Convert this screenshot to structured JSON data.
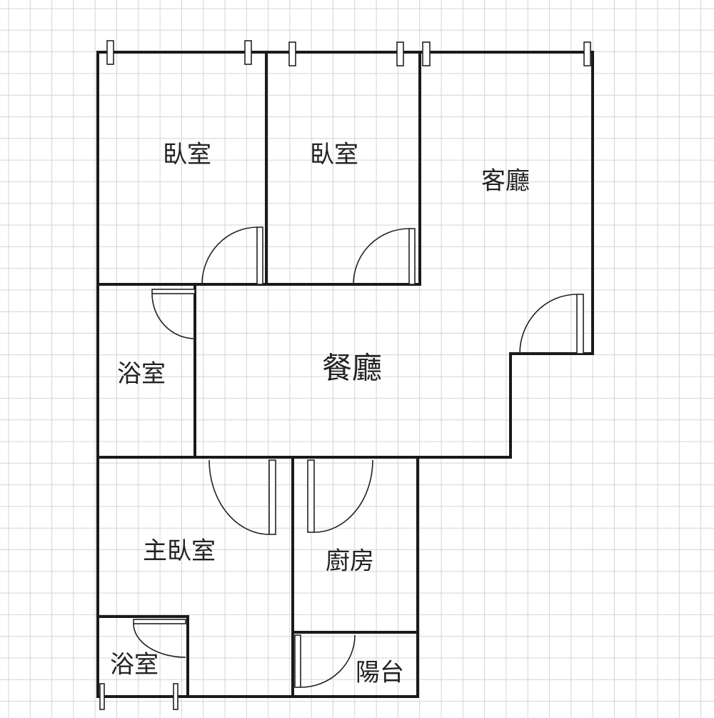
{
  "title": "Floor plan",
  "colors": {
    "wall": "#1a1a1a",
    "grid": "#d4d4d4",
    "background": "#ffffff"
  },
  "rooms": [
    {
      "id": "bedroom-1",
      "label": "臥室"
    },
    {
      "id": "bedroom-2",
      "label": "臥室"
    },
    {
      "id": "living-room",
      "label": "客廳"
    },
    {
      "id": "dining-room",
      "label": "餐廳"
    },
    {
      "id": "bathroom-1",
      "label": "浴室"
    },
    {
      "id": "master-bedroom",
      "label": "主臥室"
    },
    {
      "id": "kitchen",
      "label": "廚房"
    },
    {
      "id": "bathroom-2",
      "label": "浴室"
    },
    {
      "id": "balcony",
      "label": "陽台"
    }
  ]
}
